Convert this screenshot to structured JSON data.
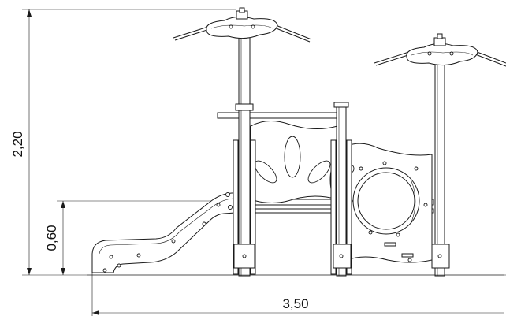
{
  "dimensions": {
    "total_height": "2,20",
    "slide_height": "0,60",
    "total_width": "3,50"
  }
}
